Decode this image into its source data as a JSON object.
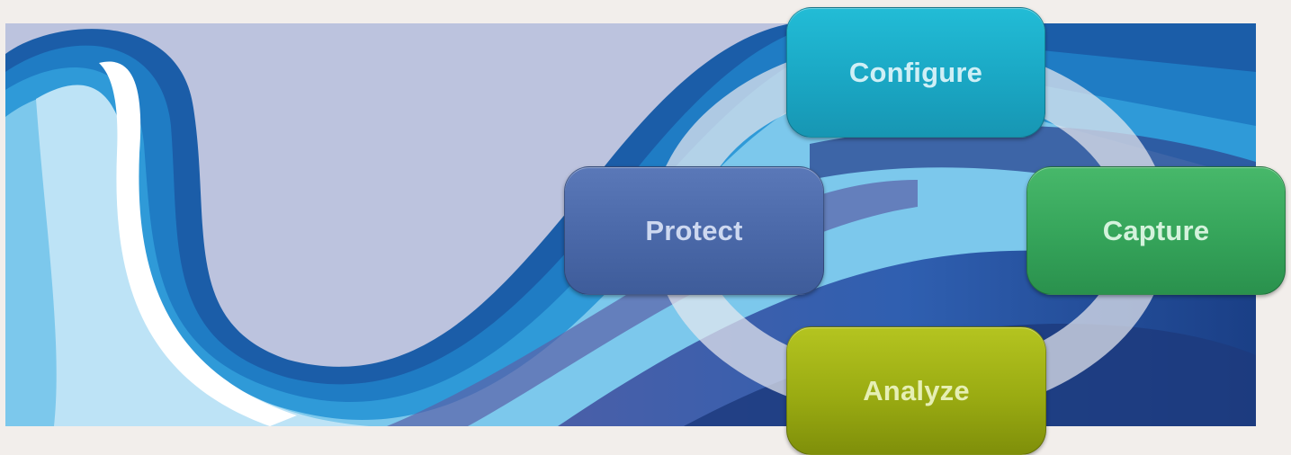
{
  "cycle": {
    "stages": [
      {
        "label": "Configure",
        "fill": "#1fb0cc",
        "text_color": "#cfeff6"
      },
      {
        "label": "Capture",
        "fill": "#3aaa5e",
        "text_color": "#d4f2dc"
      },
      {
        "label": "Analyze",
        "fill": "#a3b416",
        "text_color": "#e6efb4"
      },
      {
        "label": "Protect",
        "fill": "#5270b0",
        "text_color": "#cdd8f0"
      }
    ],
    "ring_color": "#e6e8ee"
  },
  "background": {
    "page_color": "#f2eeeb",
    "banner_color": "#bcc3de",
    "wave_colors": [
      "#1b5da8",
      "#1f7cc4",
      "#2f9ad8",
      "#7cc8ec",
      "#bde3f6",
      "#ffffff",
      "#4a6bb0"
    ]
  }
}
